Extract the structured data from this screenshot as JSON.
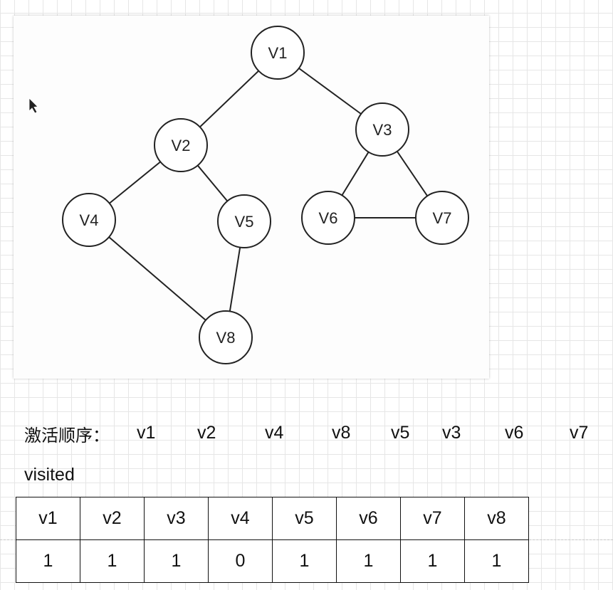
{
  "graph": {
    "nodes": [
      {
        "id": "V1",
        "label": "V1"
      },
      {
        "id": "V2",
        "label": "V2"
      },
      {
        "id": "V3",
        "label": "V3"
      },
      {
        "id": "V4",
        "label": "V4"
      },
      {
        "id": "V5",
        "label": "V5"
      },
      {
        "id": "V6",
        "label": "V6"
      },
      {
        "id": "V7",
        "label": "V7"
      },
      {
        "id": "V8",
        "label": "V8"
      }
    ],
    "edges": [
      [
        "V1",
        "V2"
      ],
      [
        "V1",
        "V3"
      ],
      [
        "V2",
        "V4"
      ],
      [
        "V2",
        "V5"
      ],
      [
        "V4",
        "V8"
      ],
      [
        "V5",
        "V8"
      ],
      [
        "V3",
        "V6"
      ],
      [
        "V3",
        "V7"
      ],
      [
        "V6",
        "V7"
      ]
    ]
  },
  "activation": {
    "title": "激活顺序：",
    "order": [
      "v1",
      "v2",
      "v4",
      "v8",
      "v5",
      "v3",
      "v6",
      "v7"
    ]
  },
  "visited": {
    "label": "visited",
    "headers": [
      "v1",
      "v2",
      "v3",
      "v4",
      "v5",
      "v6",
      "v7",
      "v8"
    ],
    "values": [
      "1",
      "1",
      "1",
      "0",
      "1",
      "1",
      "1",
      "1"
    ]
  }
}
